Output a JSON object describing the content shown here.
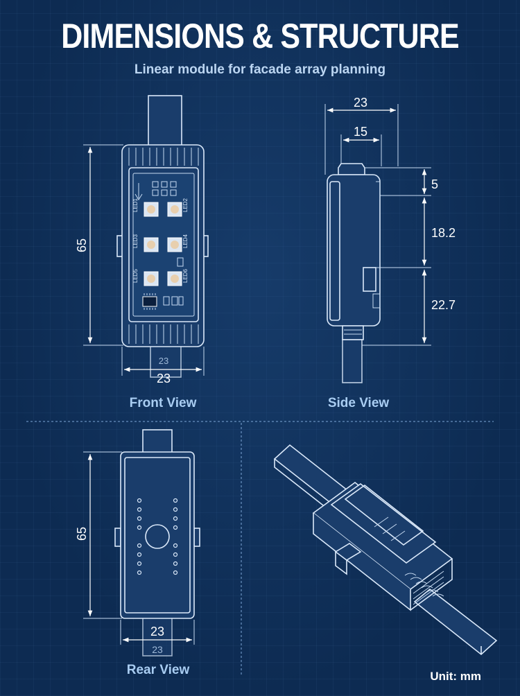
{
  "header": {
    "title": "DIMENSIONS & STRUCTURE",
    "subtitle": "Linear module for facade array planning"
  },
  "front_view": {
    "label": "Front View",
    "height": "65",
    "width": "23",
    "width_ghost": "23",
    "pcb_labels": [
      "LED1",
      "LED2",
      "LED3",
      "LED4",
      "LED5",
      "LED6"
    ]
  },
  "side_view": {
    "label": "Side View",
    "total_width": "23",
    "inner_width": "15",
    "top_offset": "5",
    "middle_segment": "18.2",
    "bottom_segment": "22.7"
  },
  "rear_view": {
    "label": "Rear View",
    "height": "65",
    "width": "23",
    "width_ghost": "23"
  },
  "footer": {
    "unit": "Unit: mm"
  },
  "colors": {
    "background": "#0d2b52",
    "line": "#dbe9fa",
    "label_blue": "#a9cdf2"
  }
}
